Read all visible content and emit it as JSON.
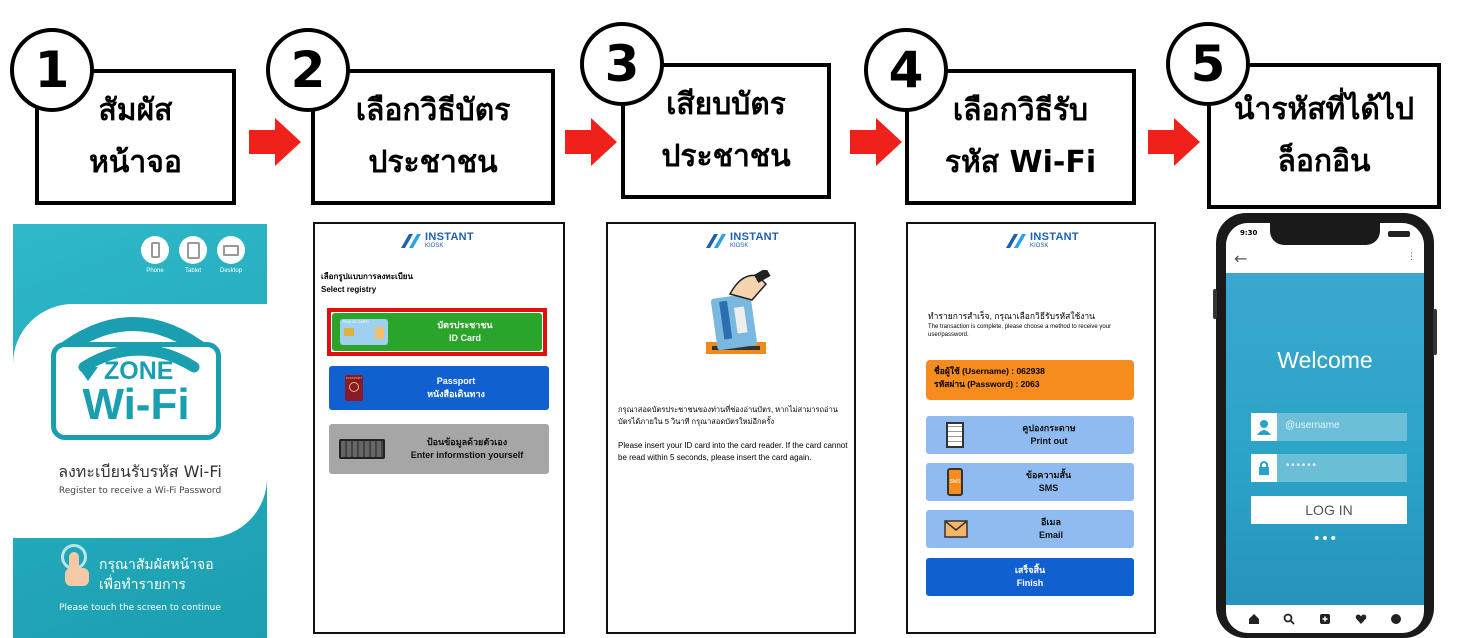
{
  "steps": [
    {
      "number": "1",
      "line1": "สัมผัส",
      "line2": "หน้าจอ"
    },
    {
      "number": "2",
      "line1": "เลือกวิธีบัตร",
      "line2": "ประชาชน"
    },
    {
      "number": "3",
      "line1": "เสียบบัตร",
      "line2": "ประชาชน"
    },
    {
      "number": "4",
      "line1": "เลือกวิธีรับ",
      "line2": "รหัส Wi-Fi"
    },
    {
      "number": "5",
      "line1": "นำรหัสที่ได้ไป",
      "line2": "ล็อกอิน"
    }
  ],
  "colors": {
    "arrow": "#f0201a",
    "teal": "#1a9fb0",
    "blue": "#1060d0",
    "light_blue": "#8fbbf0",
    "green": "#2aa52a",
    "orange": "#f68c1e",
    "highlight": "#e01010"
  },
  "panel1": {
    "devices": [
      "Phone",
      "Tablet",
      "Desktop"
    ],
    "logo_zone": "ZONE",
    "logo_wifi": "Wi-Fi",
    "register_th": "ลงทะเบียนรับรหัส Wi-Fi",
    "register_en": "Register to receive a Wi-Fi Password",
    "touch_th_1": "กรุณาสัมผัสหน้าจอ",
    "touch_th_2": "เพื่อทำรายการ",
    "touch_en": "Please touch the screen to continue"
  },
  "kiosk": {
    "brand": "INSTANT",
    "sub": "KIOSK"
  },
  "panel2": {
    "heading_th": "เลือกรูปแบบการลงทะเบียน",
    "heading_en": "Select registry",
    "options": [
      {
        "th": "บัตรประชาชน",
        "en": "ID Card",
        "icon": "id-card-icon",
        "selected": true
      },
      {
        "th": "Passport",
        "en": "หนังสือเดินทาง",
        "icon": "passport-icon",
        "selected": false
      },
      {
        "th": "ป้อนข้อมูลด้วยตัวเอง",
        "en": "Enter informstion yourself",
        "icon": "keyboard-icon",
        "selected": false
      }
    ],
    "id_card_text": "THAI ID CARD",
    "passport_text": "PASSPORT"
  },
  "panel3": {
    "instruction_th": "กรุณาสอดบัตรประชาชนของท่านที่ช่องอ่านบัตร, หากไม่สามารถอ่านบัตรได้ภายใน 5 วินาที กรุณาสอดบัตรใหม่อีกครั้ง",
    "instruction_en": "Please insert your ID card into the card reader. If the card cannot be read within 5 seconds, please insert the card again."
  },
  "panel4": {
    "heading_th": "ทำรายการสำเร็จ, กรุณาเลือกวิธีรับรหัสใช้งาน",
    "heading_en": "The transaction is complete, please choose a method to receive your user/password.",
    "username_line": "ชื่อผู้ใช้ (Username)  : 062938",
    "password_line": "รหัสผ่าน (Password) : 2063",
    "methods": [
      {
        "th": "คูปองกระดาษ",
        "en": "Print out",
        "icon": "receipt-icon"
      },
      {
        "th": "ข้อความสั้น",
        "en": "SMS",
        "icon": "sms-phone-icon"
      },
      {
        "th": "อีเมล",
        "en": "Email",
        "icon": "envelope-icon"
      }
    ],
    "finish_th": "เสร็จสิ้น",
    "finish_en": "Finish"
  },
  "panel5": {
    "status_time": "9:30",
    "welcome": "Welcome",
    "username_placeholder": "@username",
    "password_placeholder": "••••••",
    "login_label": "LOG IN",
    "dots": "•••"
  }
}
